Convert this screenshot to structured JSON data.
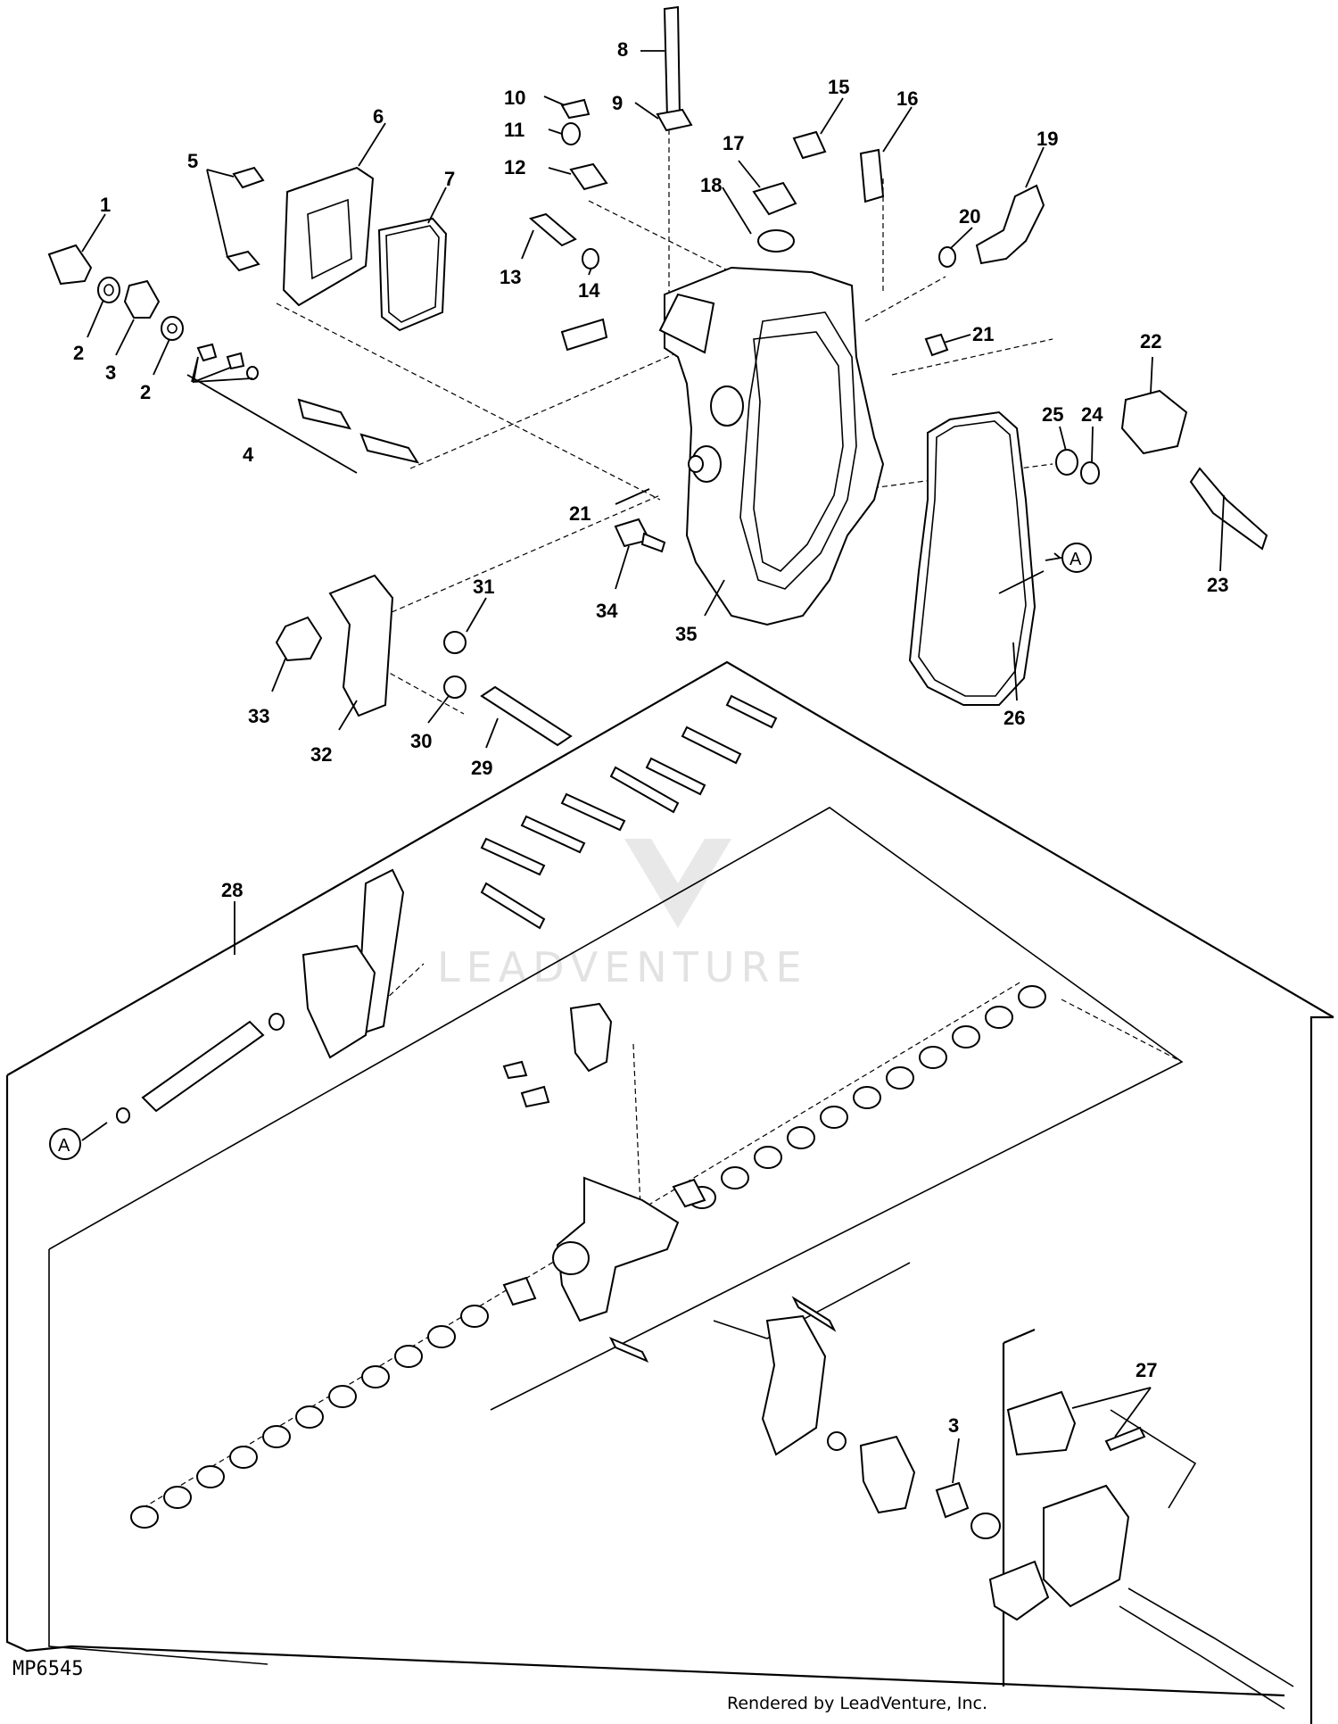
{
  "callouts": [
    {
      "text": "1"
    },
    {
      "text": "2"
    },
    {
      "text": "3"
    },
    {
      "text": "2"
    },
    {
      "text": "4"
    },
    {
      "text": "5"
    },
    {
      "text": "6"
    },
    {
      "text": "7"
    },
    {
      "text": "8"
    },
    {
      "text": "9"
    },
    {
      "text": "10"
    },
    {
      "text": "11"
    },
    {
      "text": "12"
    },
    {
      "text": "13"
    },
    {
      "text": "14"
    },
    {
      "text": "15"
    },
    {
      "text": "16"
    },
    {
      "text": "17"
    },
    {
      "text": "18"
    },
    {
      "text": "19"
    },
    {
      "text": "20"
    },
    {
      "text": "21"
    },
    {
      "text": "22"
    },
    {
      "text": "25"
    },
    {
      "text": "24"
    },
    {
      "text": "23"
    },
    {
      "text": "21"
    },
    {
      "text": "34"
    },
    {
      "text": "35"
    },
    {
      "text": "26"
    },
    {
      "text": "31"
    },
    {
      "text": "33"
    },
    {
      "text": "32"
    },
    {
      "text": "30"
    },
    {
      "text": "29"
    },
    {
      "text": "28"
    },
    {
      "text": "27"
    },
    {
      "text": "3"
    }
  ],
  "reference_marks": [
    {
      "text": "A"
    },
    {
      "text": "A"
    }
  ],
  "figure_code": "MP6545",
  "credit": "Rendered by LeadVenture, Inc.",
  "watermark": {
    "text": "LEADVENTURE",
    "color": "#e2e2e2"
  }
}
